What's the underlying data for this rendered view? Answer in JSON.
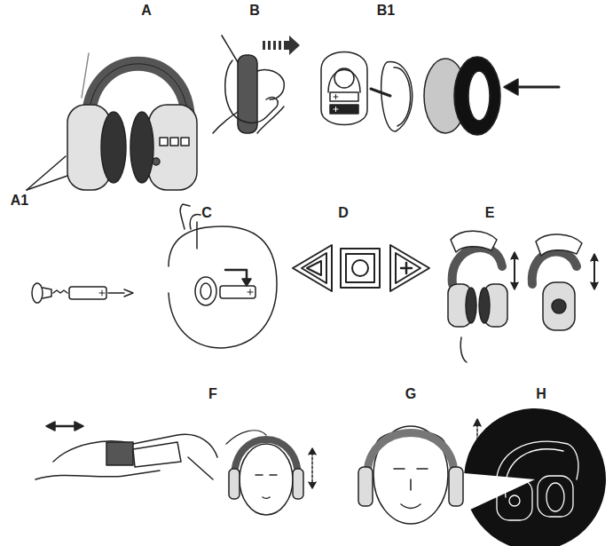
{
  "diagram": {
    "labels": [
      "A",
      "B",
      "B1",
      "A1",
      "C",
      "D",
      "E",
      "F",
      "G",
      "H"
    ]
  }
}
